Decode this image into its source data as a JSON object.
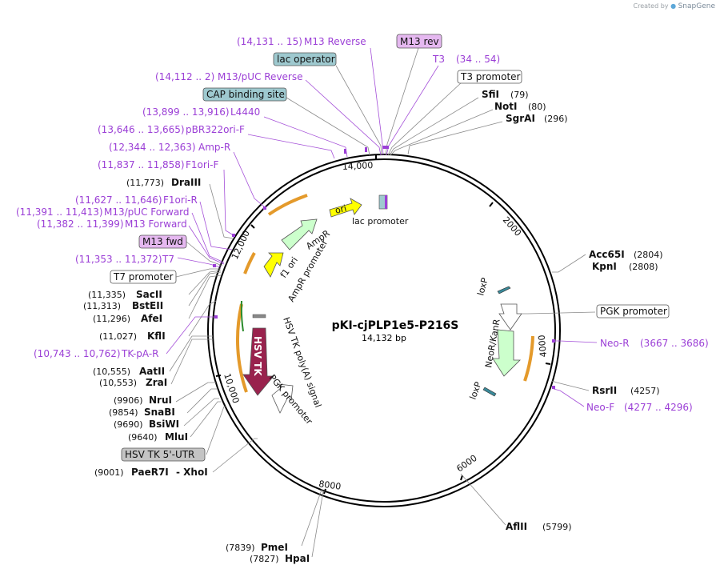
{
  "credit": {
    "prefix": "Created by",
    "brand": "SnapGene"
  },
  "plasmid": {
    "name": "pKI-cjPLP1e5-P216S",
    "size_label": "14,132 bp",
    "length": 14132
  },
  "ticks": [
    "2000",
    "4000",
    "6000",
    "8000",
    "10,000",
    "12,000",
    "14,000"
  ],
  "features": {
    "ori": "ori",
    "lac_promoter": "lac promoter",
    "ampr": "AmpR",
    "ampr_promoter": "AmpR promoter",
    "f1_ori": "f1 ori",
    "hsv_tk": "HSV TK",
    "hsv_tk_polya": "HSV TK poly(A) signal",
    "pgk_promoter_inner": "PGK promoter",
    "loxp_top": "loxP",
    "loxp_bottom": "loxP",
    "neor_kanr": "NeoR/KanR"
  },
  "labels": {
    "m13_reverse": {
      "range": "(14,131 .. 15)",
      "name": "M13 Reverse"
    },
    "m13_rev": "M13 rev",
    "t3": {
      "name": "T3",
      "range": "(34 .. 54)"
    },
    "lac_operator": "lac operator",
    "t3_promoter": "T3 promoter",
    "m13_puc_reverse": {
      "range": "(14,112 .. 2)",
      "name": "M13/pUC Reverse"
    },
    "sfii": {
      "name": "SfiI",
      "pos": "(79)"
    },
    "noti": {
      "name": "NotI",
      "pos": "(80)"
    },
    "sgrai": {
      "name": "SgrAI",
      "pos": "(296)"
    },
    "cap_binding": "CAP binding site",
    "l4440": {
      "range": "(13,899 .. 13,916)",
      "name": "L4440"
    },
    "pbr322ori_f": {
      "range": "(13,646 .. 13,665)",
      "name": "pBR322ori-F"
    },
    "amp_r": {
      "range": "(12,344 .. 12,363)",
      "name": "Amp-R"
    },
    "f1ori_f": {
      "range": "(11,837 .. 11,858)",
      "name": "F1ori-F"
    },
    "draiii": {
      "pos": "(11,773)",
      "name": "DraIII"
    },
    "f1ori_r": {
      "range": "(11,627 .. 11,646)",
      "name": "F1ori-R"
    },
    "m13_puc_forward": {
      "range": "(11,391 .. 11,413)",
      "name": "M13/pUC Forward"
    },
    "m13_forward": {
      "range": "(11,382 .. 11,399)",
      "name": "M13 Forward"
    },
    "m13_fwd": "M13 fwd",
    "t7": {
      "range": "(11,353 .. 11,372)",
      "name": "T7"
    },
    "t7_promoter": "T7 promoter",
    "sacii": {
      "pos": "(11,335)",
      "name": "SacII"
    },
    "bsteii": {
      "pos": "(11,313)",
      "name": "BstEII"
    },
    "afei": {
      "pos": "(11,296)",
      "name": "AfeI"
    },
    "kfli": {
      "pos": "(11,027)",
      "name": "KflI"
    },
    "tk_pa_r": {
      "range": "(10,743 .. 10,762)",
      "name": "TK-pA-R"
    },
    "aatii": {
      "pos": "(10,555)",
      "name": "AatII"
    },
    "zrai": {
      "pos": "(10,553)",
      "name": "ZraI"
    },
    "nrui": {
      "pos": "(9906)",
      "name": "NruI"
    },
    "snabi": {
      "pos": "(9854)",
      "name": "SnaBI"
    },
    "bsiwi": {
      "pos": "(9690)",
      "name": "BsiWI"
    },
    "mlui": {
      "pos": "(9640)",
      "name": "MluI"
    },
    "hsv_tk_utr": "HSV TK 5'-UTR",
    "paer7i_xhoi": {
      "pos": "(9001)",
      "name": "PaeR7I",
      "name2": "- XhoI"
    },
    "pmei": {
      "pos": "(7839)",
      "name": "PmeI"
    },
    "hpai": {
      "pos": "(7827)",
      "name": "HpaI"
    },
    "aflii": {
      "name": "AflII",
      "pos": "(5799)"
    },
    "acc65i": {
      "name": "Acc65I",
      "pos": "(2804)"
    },
    "kpni": {
      "name": "KpnI",
      "pos": "(2808)"
    },
    "pgk_promoter": "PGK promoter",
    "neo_r": {
      "name": "Neo-R",
      "range": "(3667 .. 3686)"
    },
    "rsrii": {
      "name": "RsrII",
      "pos": "(4257)"
    },
    "neo_f": {
      "name": "Neo-F",
      "range": "(4277 .. 4296)"
    }
  },
  "colors": {
    "primer": "#9b3fd6",
    "ori": "#ffff00",
    "ampr": "#ccffcc",
    "f1": "#ffff00",
    "hsv_tk": "#99224d",
    "neo": "#ccffcc",
    "orf_orange": "#e49a2b",
    "lac_op_box": "#9ec9cf",
    "primer_box": "#e5b8f0"
  }
}
